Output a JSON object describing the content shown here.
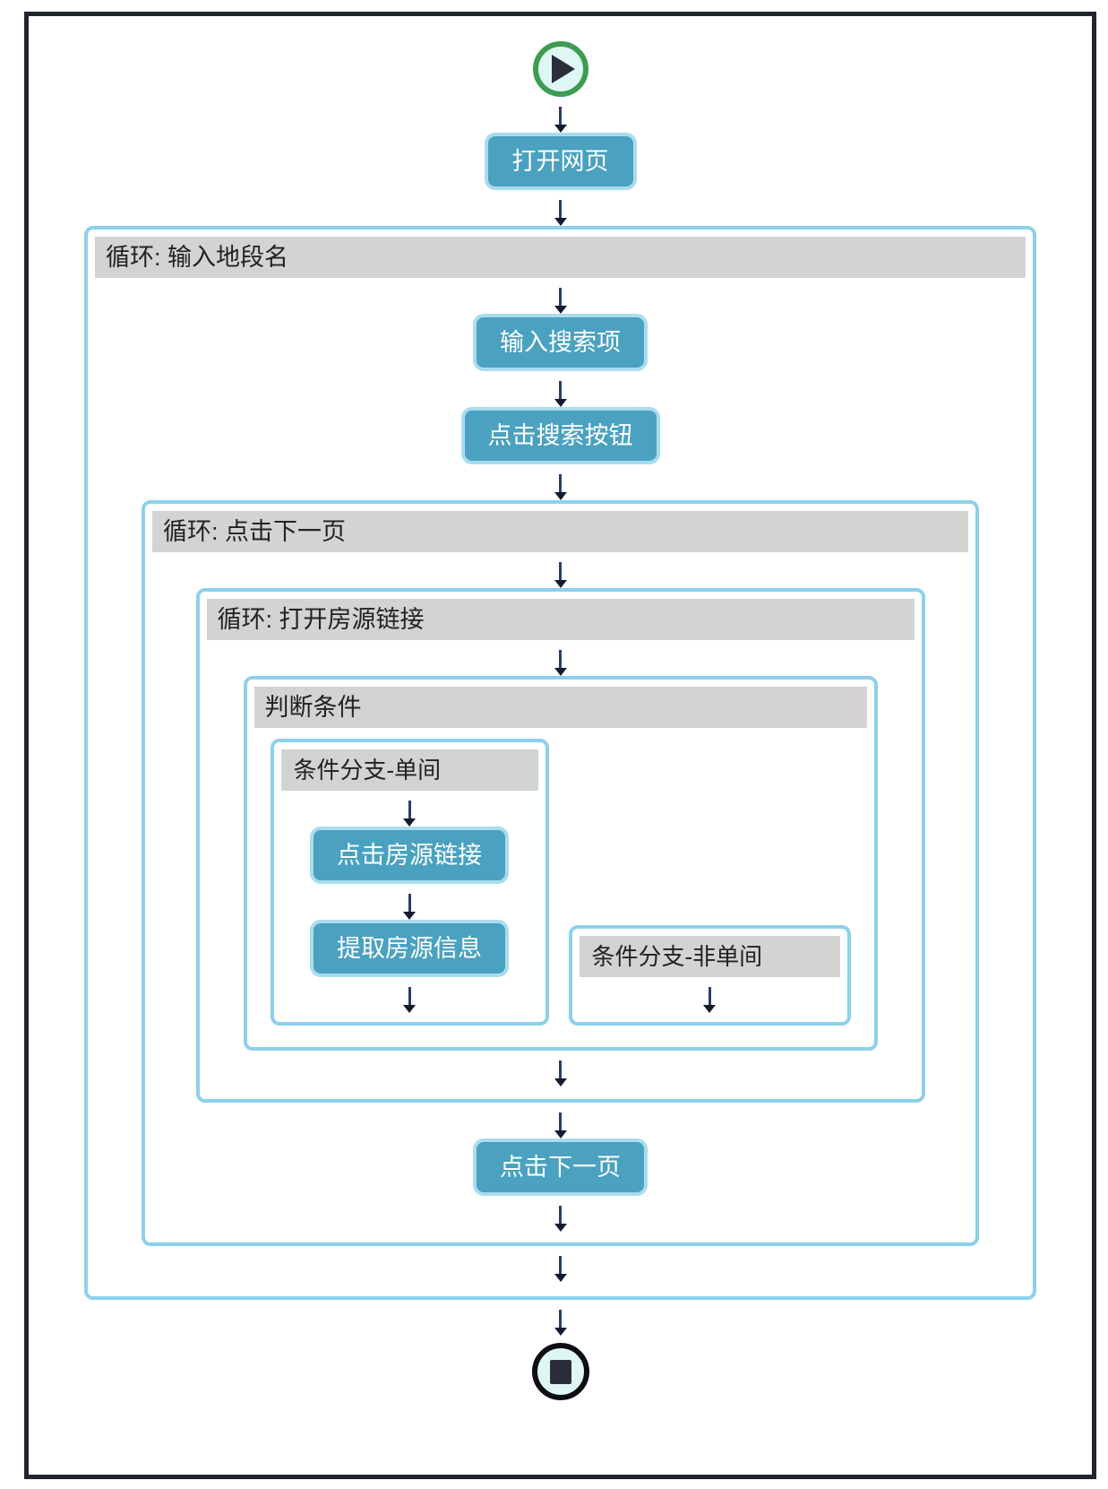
{
  "workflow": {
    "start_label": "start",
    "end_label": "stop",
    "steps": {
      "open_webpage": "打开网页",
      "input_search_term": "输入搜索项",
      "click_search_button": "点击搜索按钮",
      "click_listing_link": "点击房源链接",
      "extract_listing_info": "提取房源信息",
      "click_next_page": "点击下一页"
    },
    "containers": {
      "loop_input_area": "循环: 输入地段名",
      "loop_click_next_page": "循环: 点击下一页",
      "loop_open_listing_link": "循环: 打开房源链接",
      "condition": "判断条件",
      "branch_single_room": "条件分支-单间",
      "branch_not_single_room": "条件分支-非单间"
    }
  },
  "colors": {
    "frame_border": "#20242e",
    "action_button_bg": "#4aa1c0",
    "action_button_border": "#a9dcee",
    "container_border": "#8dd0ec",
    "header_bg": "#d3d3d3",
    "header_text": "#222222",
    "arrow": "#2c3c6e",
    "start_ring": "#3d9c50",
    "node_fill": "#def6f4",
    "stop_ring": "#0d0d12"
  }
}
